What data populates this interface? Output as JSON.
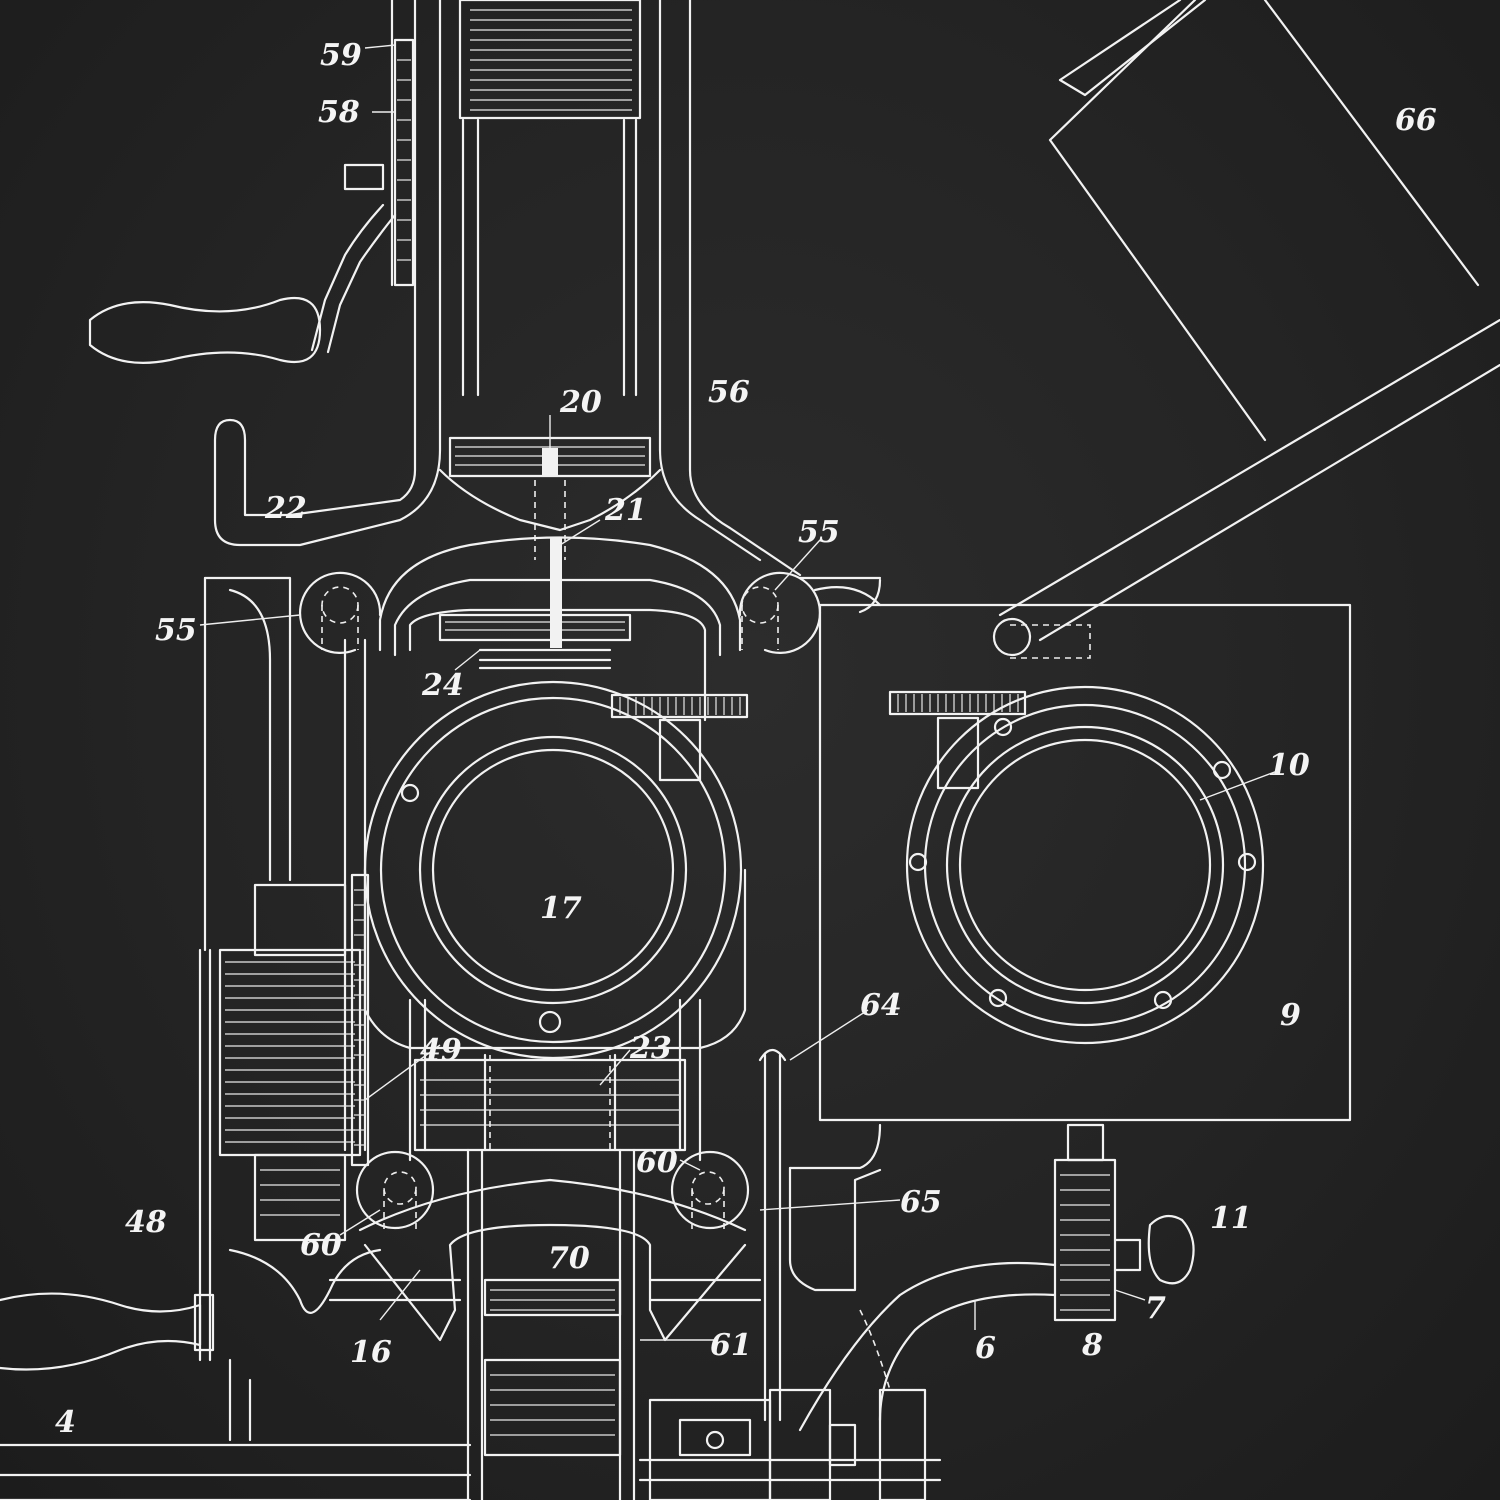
{
  "figure": {
    "background_color": "#232323",
    "line_color": "#f2f2f2",
    "reference_numerals": [
      {
        "id": "59",
        "label": "59"
      },
      {
        "id": "58",
        "label": "58"
      },
      {
        "id": "66",
        "label": "66"
      },
      {
        "id": "56",
        "label": "56"
      },
      {
        "id": "20",
        "label": "20"
      },
      {
        "id": "22",
        "label": "22"
      },
      {
        "id": "21",
        "label": "21"
      },
      {
        "id": "55a",
        "label": "55"
      },
      {
        "id": "55b",
        "label": "55"
      },
      {
        "id": "24",
        "label": "24"
      },
      {
        "id": "10",
        "label": "10"
      },
      {
        "id": "17",
        "label": "17"
      },
      {
        "id": "9",
        "label": "9"
      },
      {
        "id": "64",
        "label": "64"
      },
      {
        "id": "49",
        "label": "49"
      },
      {
        "id": "23",
        "label": "23"
      },
      {
        "id": "60a",
        "label": "60"
      },
      {
        "id": "60b",
        "label": "60"
      },
      {
        "id": "65",
        "label": "65"
      },
      {
        "id": "48",
        "label": "48"
      },
      {
        "id": "70",
        "label": "70"
      },
      {
        "id": "11",
        "label": "11"
      },
      {
        "id": "7",
        "label": "7"
      },
      {
        "id": "16",
        "label": "16"
      },
      {
        "id": "61",
        "label": "61"
      },
      {
        "id": "6",
        "label": "6"
      },
      {
        "id": "8",
        "label": "8"
      },
      {
        "id": "4",
        "label": "4"
      }
    ]
  }
}
